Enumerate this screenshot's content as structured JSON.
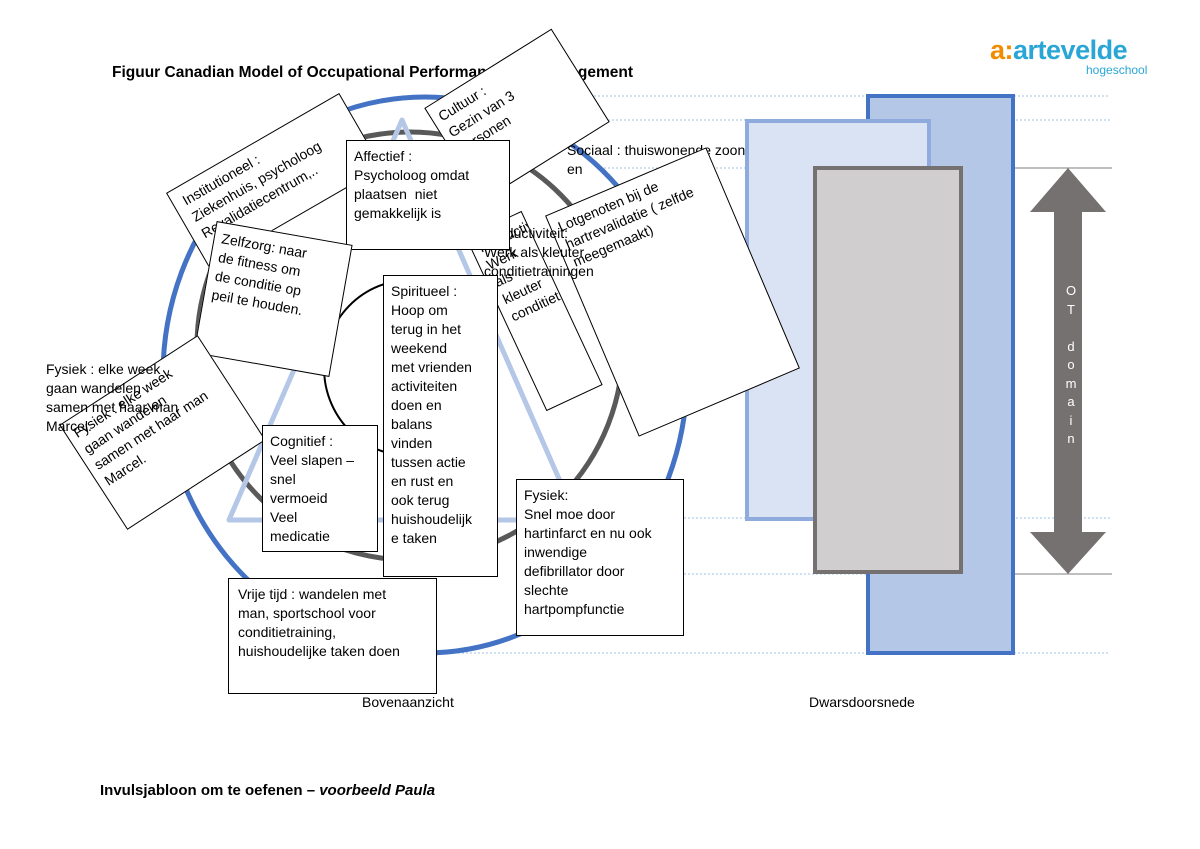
{
  "title": "Figuur Canadian Model of Occupational Performance and Engagement",
  "logo": {
    "brand_left": "a",
    "brand_sep": ":",
    "brand_right": "artevelde",
    "sub": "hogeschool"
  },
  "captions": {
    "top_view": "Bovenaanzicht",
    "cross_section": "Dwarsdoorsnede"
  },
  "ot_domain": "O\nT\n\nd\no\nm\na\ni\nn",
  "footer": {
    "text": "Invulsjabloon om te oefenen – ",
    "italic": "voorbeeld  Paula"
  },
  "boxes": {
    "institutioneel": "Institutioneel :\nZiekenhuis, psycholoog\nRevalidatiecentrum,..",
    "cultuur": "Cultuur :\nGezin van 3\npersonen",
    "sociaal": "Sociaal : thuiswonende zoon en\nman",
    "lotgenoten": "Lotgenoten bij de\nhartrevalidatie ( zelfde\nmeegemaakt)",
    "affectief": "Affectief :\nPsycholoog omdat\nplaatsen  niet\ngemakkelijk is",
    "productiviteit": "Productiviteit:\nWerk als kleuter\nconditietrainingen",
    "zelfzorg": "Zelfzorg: naar\nde fitness om\nde conditie op\npeil te houden.",
    "spiritueel": "Spiritueel :\nHoop om\nterug in het\nweekend\nmet vrienden\nactiviteiten\ndoen en\nbalans\nvinden\ntussen actie\nen rust en\nook terug\nhuishoudelijk\ne taken",
    "fysiek_persoon": "Fysiek : elke week\ngaan wandelen\nsamen met haar man\nMarcel.",
    "cognitief": "Cognitief :\nVeel slapen –\nsnel\nvermoeid\nVeel\nmedicatie",
    "fysiek_hart": "Fysiek:\nSnel moe door\nhartinfarct en nu ook\ninwendige\ndefibrillator door\nslechte\nhartpompfunctie",
    "vrije_tijd": "Vrije tijd : wandelen met\nman, sportschool voor\nconditietraining,\nhuishoudelijke taken doen"
  },
  "colors": {
    "outer_ring": "#4472c4",
    "inner_ring": "#595959",
    "triangle": "#b4c7e7",
    "panel_dark": "#b4c7e7",
    "panel_light": "#dae3f3",
    "panel_gray": "#d0cece",
    "arrow": "#767171",
    "logo_blue": "#2aa6d6",
    "logo_orange": "#f08c00"
  }
}
